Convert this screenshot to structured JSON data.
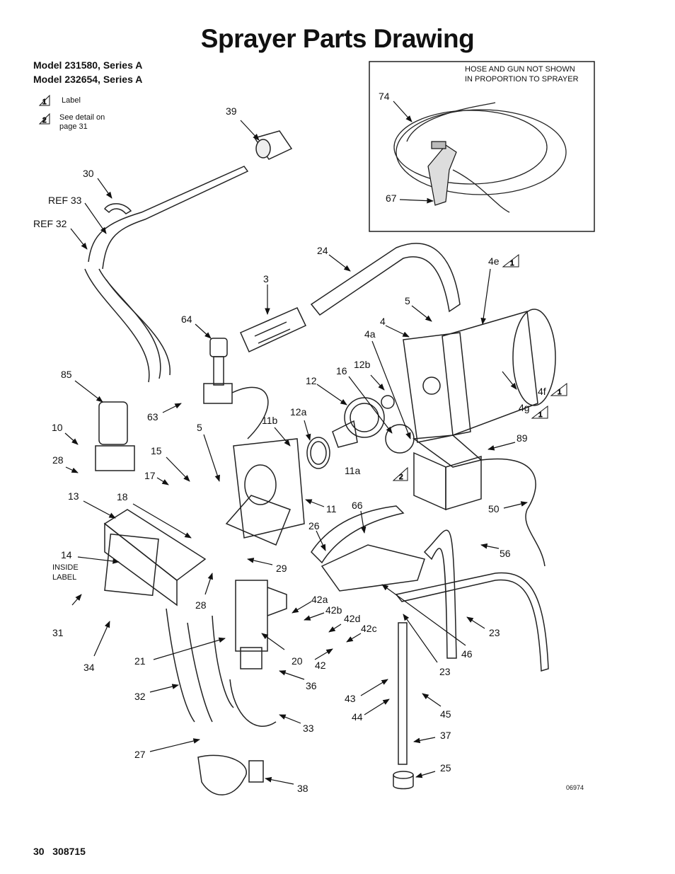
{
  "title": "Sprayer Parts Drawing",
  "models": [
    "Model 231580, Series A",
    "Model 232654, Series A"
  ],
  "legend": [
    {
      "num": "1",
      "text": "Label"
    },
    {
      "num": "2",
      "text": "See detail on page 31"
    }
  ],
  "hose_note": [
    "HOSE AND GUN NOT SHOWN",
    "IN PROPORTION TO SPRAYER"
  ],
  "inside_label": [
    "INSIDE",
    "LABEL"
  ],
  "callouts": {
    "p39": "39",
    "p30": "30",
    "ref33": "REF 33",
    "ref32": "REF 32",
    "p74": "74",
    "p67": "67",
    "p24": "24",
    "p3": "3",
    "p4e": "4e",
    "p5a": "5",
    "p4": "4",
    "p4a": "4a",
    "p64": "64",
    "p12b": "12b",
    "p16": "16",
    "p12": "12",
    "p85": "85",
    "p4f": "4f",
    "p4g": "4g",
    "p63": "63",
    "p11b": "11b",
    "p12a": "12a",
    "p10": "10",
    "p5b": "5",
    "p89": "89",
    "p15": "15",
    "p28a": "28",
    "p17": "17",
    "p11a": "11a",
    "p13": "13",
    "p18": "18",
    "p11": "11",
    "p66": "66",
    "p50": "50",
    "p26": "26",
    "p14": "14",
    "p29": "29",
    "p56": "56",
    "p28b": "28",
    "p31": "31",
    "p42a": "42a",
    "p42b": "42b",
    "p42d": "42d",
    "p42c": "42c",
    "p23a": "23",
    "p46": "46",
    "p34": "34",
    "p21": "21",
    "p20": "20",
    "p42": "42",
    "p23b": "23",
    "p36": "36",
    "p32": "32",
    "p43": "43",
    "p45": "45",
    "p44": "44",
    "p33": "33",
    "p37": "37",
    "p27": "27",
    "p25": "25",
    "p38": "38"
  },
  "tri_marks": {
    "t4e": "1",
    "t4f": "1",
    "t4g": "1",
    "t2": "2"
  },
  "figure_number": "06974",
  "footer": {
    "page": "30",
    "doc": "308715"
  }
}
